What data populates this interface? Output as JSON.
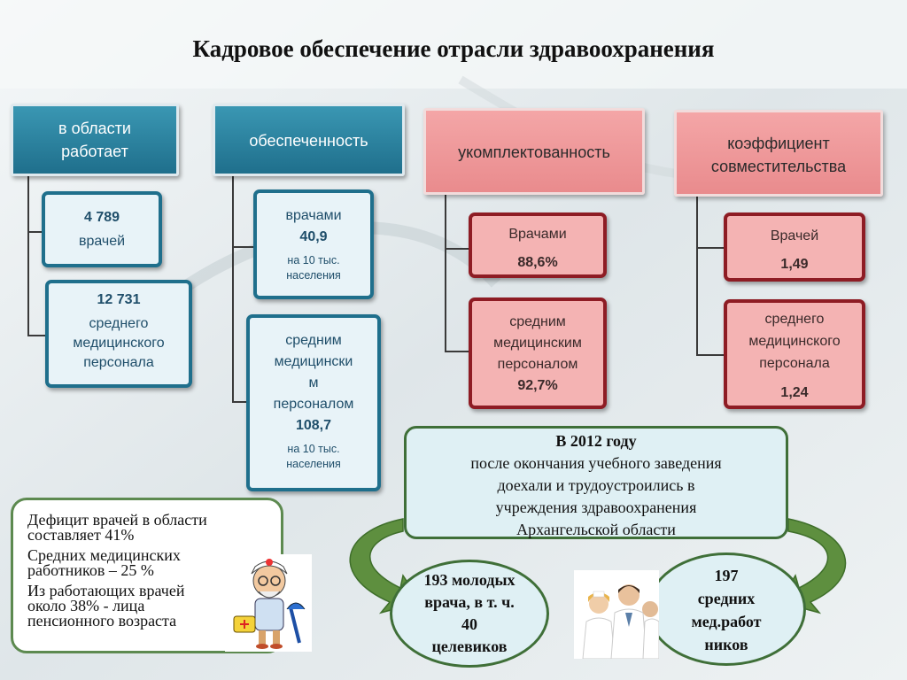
{
  "title": "Кадровое обеспечение отрасли здравоохранения",
  "columns": [
    {
      "header": [
        "в области",
        "работает"
      ],
      "items": [
        {
          "number": "4 789",
          "label": "врачей"
        },
        {
          "number": "12 731",
          "label": [
            "среднего",
            "медицинского",
            "персонала"
          ]
        }
      ]
    },
    {
      "header": "обеспеченность",
      "items": [
        {
          "label": "врачами",
          "number": "40,9",
          "note": [
            "на 10 тыс.",
            "населения"
          ]
        },
        {
          "label": [
            "средним",
            "медицински",
            "м",
            "персоналом"
          ],
          "number": "108,7",
          "note": [
            "на 10 тыс.",
            "населения"
          ]
        }
      ]
    },
    {
      "header": "укомплектованность",
      "items": [
        {
          "label": "Врачами",
          "number": "88,6%"
        },
        {
          "label": [
            "средним",
            "медицинским",
            "персоналом"
          ],
          "number": "92,7%"
        }
      ]
    },
    {
      "header": [
        "коэффициент",
        "совместительства"
      ],
      "items": [
        {
          "label": "Врачей",
          "number": "1,49"
        },
        {
          "label": [
            "среднего",
            "медицинского",
            "персонала"
          ],
          "number": "1,24"
        }
      ]
    }
  ],
  "deficit": {
    "lines": [
      "Дефицит врачей в области",
      "составляет 41%",
      "Средних медицинских",
      "работников – 25 %",
      "Из работающих врачей",
      "около 38% - лица",
      "пенсионного возраста"
    ]
  },
  "year_box": {
    "heading": "В 2012 году",
    "lines": [
      "после окончания учебного заведения",
      "доехали и трудоустроились в",
      "учреждения здравоохранения",
      "Архангельской области"
    ]
  },
  "ellipse_left": [
    "193 молодых",
    "врача, в т. ч.",
    "40",
    "целевиков"
  ],
  "ellipse_right": [
    "197",
    "средних",
    "мед.работ",
    "ников"
  ],
  "colors": {
    "blue": "#1f6f8c",
    "red": "#8e1c24",
    "green": "#3f6f38",
    "arrow": "#5e8f3f"
  }
}
